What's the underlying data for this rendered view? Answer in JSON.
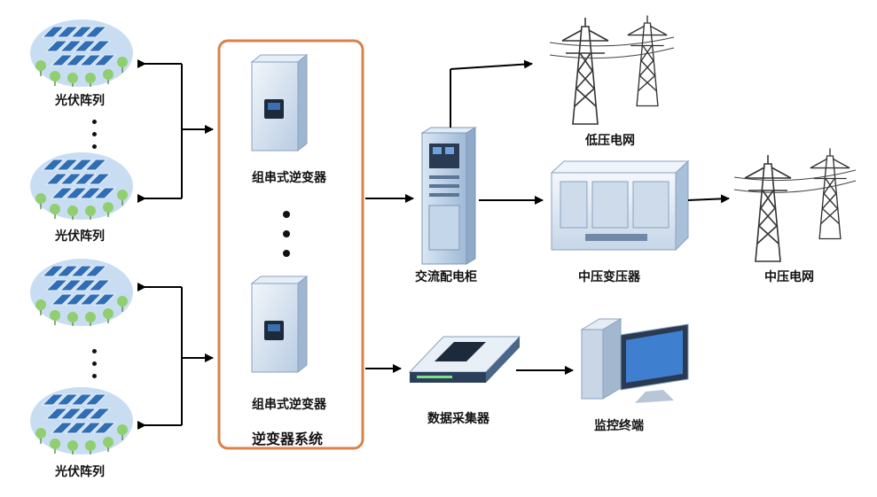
{
  "labels": {
    "pv_array": "光伏阵列",
    "string_inverter": "组串式逆变器",
    "inverter_system": "逆变器系统",
    "ac_cabinet": "交流配电柜",
    "low_voltage_grid": "低压电网",
    "mv_transformer": "中压变压器",
    "mv_grid": "中压电网",
    "data_collector": "数据采集器",
    "monitor_terminal": "监控终端"
  },
  "colors": {
    "system_border": "#d9824a",
    "panel_blue": "#2f6db5",
    "tree_green": "#8fcf6f",
    "cloud_blue": "#c9ddf2",
    "arrow": "#000000"
  }
}
